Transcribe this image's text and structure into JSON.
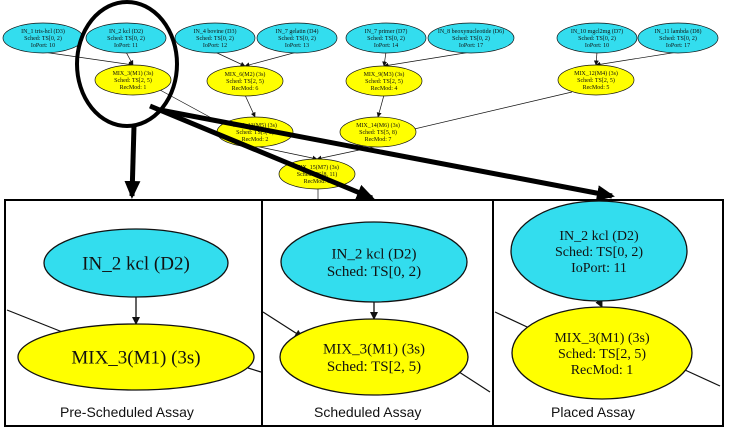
{
  "top_graph": {
    "inputs": [
      {
        "id": "in1",
        "lines": [
          "IN_1 tris-hcl (D3)",
          "Sched: TS[0, 2)",
          "IoPort: 10"
        ]
      },
      {
        "id": "in2",
        "lines": [
          "IN_2 kcl (D2)",
          "Sched: TS[0, 2)",
          "IoPort: 11"
        ]
      },
      {
        "id": "in4",
        "lines": [
          "IN_4 bovine (D3)",
          "Sched: TS[0, 2)",
          "IoPort: 12"
        ]
      },
      {
        "id": "in7",
        "lines": [
          "IN_7 gelatin (D4)",
          "Sched: TS[0, 2)",
          "IoPort: 13"
        ]
      },
      {
        "id": "in7b",
        "lines": [
          "IN_7 primer (D7)",
          "Sched: TS[0, 2)",
          "IoPort: 14"
        ]
      },
      {
        "id": "in8",
        "lines": [
          "IN_8 beoxynucleotide (D6)",
          "Sched: TS[0, 2)",
          "IoPort: 17"
        ]
      },
      {
        "id": "in10",
        "lines": [
          "IN_10 mgcl2mg (D7)",
          "Sched: TS[0, 2)",
          "IoPort: 10"
        ]
      },
      {
        "id": "in11",
        "lines": [
          "IN_11 lambda (D8)",
          "Sched: TS[0, 2)",
          "IoPort: 17"
        ]
      }
    ],
    "mixes": [
      {
        "id": "m1",
        "lines": [
          "MIX_3(M1) (3s)",
          "Sched: TS[2, 5)",
          "RecMod: 1"
        ]
      },
      {
        "id": "m2",
        "lines": [
          "MIX_6(M2) (3s)",
          "Sched: TS[2, 5)",
          "RecMod: 6"
        ]
      },
      {
        "id": "m3",
        "lines": [
          "MIX_9(M3) (3s)",
          "Sched: TS[2, 5)",
          "RecMod: 4"
        ]
      },
      {
        "id": "m4",
        "lines": [
          "MIX_12(M4) (3s)",
          "Sched: TS[2, 5)",
          "RecMod: 5"
        ]
      },
      {
        "id": "m5",
        "lines": [
          "MIX_13(M5) (3s)",
          "Sched: TS[5, 8)",
          "RecMod: 2"
        ]
      },
      {
        "id": "m6",
        "lines": [
          "MIX_14(M6) (3s)",
          "Sched: TS[5, 8)",
          "RecMod: 7"
        ]
      },
      {
        "id": "m7",
        "lines": [
          "MIX_15(M7) (3s)",
          "Sched: TS[8, 11)",
          "RecMod: 3"
        ]
      }
    ]
  },
  "panels": [
    {
      "caption": "Pre-Scheduled Assay",
      "input_lines": [
        "IN_2 kcl (D2)"
      ],
      "mix_lines": [
        "MIX_3(M1) (3s)"
      ]
    },
    {
      "caption": "Scheduled Assay",
      "input_lines": [
        "IN_2 kcl (D2)",
        "Sched: TS[0, 2)"
      ],
      "mix_lines": [
        "MIX_3(M1) (3s)",
        "Sched: TS[2, 5)"
      ]
    },
    {
      "caption": "Placed Assay",
      "input_lines": [
        "IN_2 kcl (D2)",
        "Sched: TS[0, 2)",
        "IoPort: 11"
      ],
      "mix_lines": [
        "MIX_3(M1) (3s)",
        "Sched: TS[2, 5)",
        "RecMod: 1"
      ]
    }
  ],
  "colors": {
    "input_fill": "#33ddee",
    "mix_fill": "#ffff00",
    "stroke": "#111111",
    "arrow": "#000000"
  }
}
